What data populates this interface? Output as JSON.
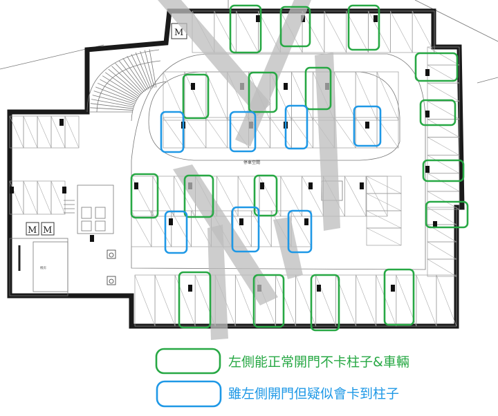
{
  "title": "",
  "labels": {
    "lift_marks": [
      "M",
      "M",
      "M"
    ],
    "center_area": "停車空間",
    "room": "機房"
  },
  "legend": [
    {
      "text": "左側能正常開門不卡柱子&車輛",
      "color": "#27a844"
    },
    {
      "text": "雖左側開門但疑似會卡到柱子",
      "color": "#1e98e6"
    }
  ],
  "colors": {
    "green": "#27a844",
    "blue": "#1e98e6",
    "wall": "#1a1a1a",
    "watermark": "#bcbcbc"
  }
}
